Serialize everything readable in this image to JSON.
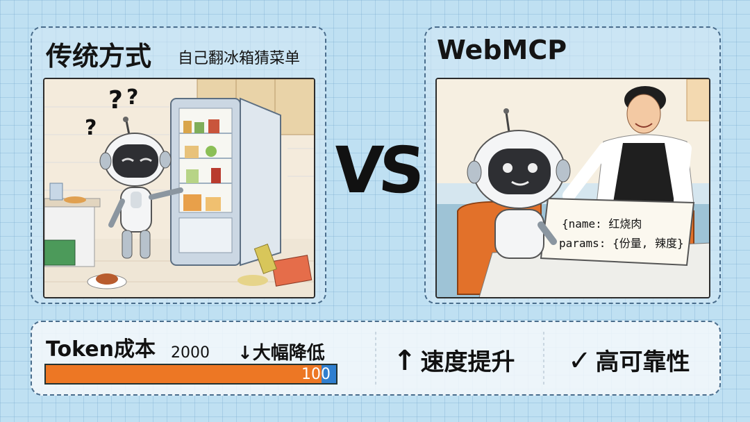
{
  "left": {
    "title": "传统方式",
    "subtitle": "自己翻冰箱猜菜单"
  },
  "right": {
    "title": "WebMCP",
    "sign_line1": "{name: 红烧肉",
    "sign_line2": "params: {份量, 辣度}"
  },
  "vs": "VS",
  "bottom": {
    "token_label": "Token成本",
    "old_cost": "2000",
    "reduction": "↓大幅降低",
    "new_cost": "100",
    "bar_fraction": 0.95,
    "speed_glyph": "↑",
    "speed_label": "速度提升",
    "reliable_glyph": "✓",
    "reliable_label": "高可靠性"
  },
  "colors": {
    "orange": "#ed7724",
    "blue": "#2f7fcf",
    "background": "#bfe0f2"
  }
}
